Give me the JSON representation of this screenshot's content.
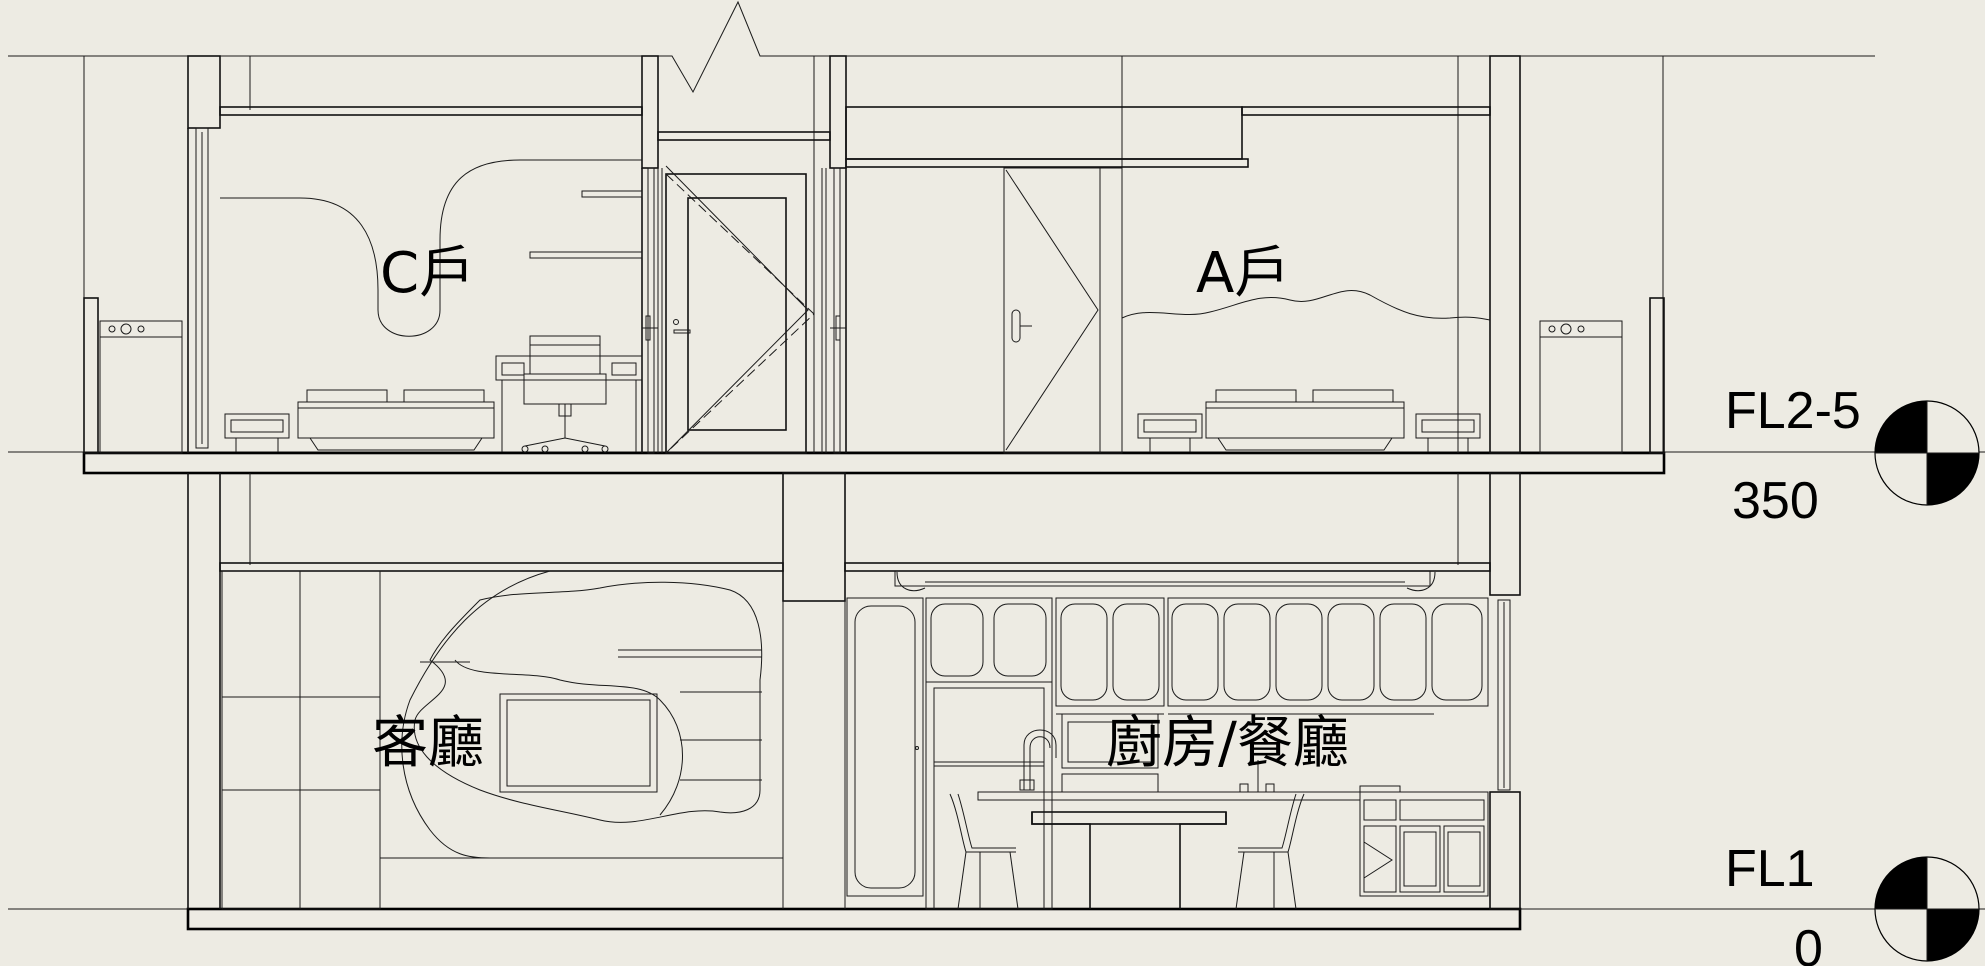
{
  "rooms": {
    "room_c": "C戶",
    "room_a": "A戶",
    "living": "客廳",
    "kitchen_dining": "廚房/餐廳"
  },
  "levels": [
    {
      "name": "FL2-5",
      "elevation": "350"
    },
    {
      "name": "FL1",
      "elevation": "0"
    }
  ],
  "colors": {
    "background": "#edebe3",
    "line": "#000000"
  },
  "icons": {
    "level_marker": "level-datum-icon"
  }
}
